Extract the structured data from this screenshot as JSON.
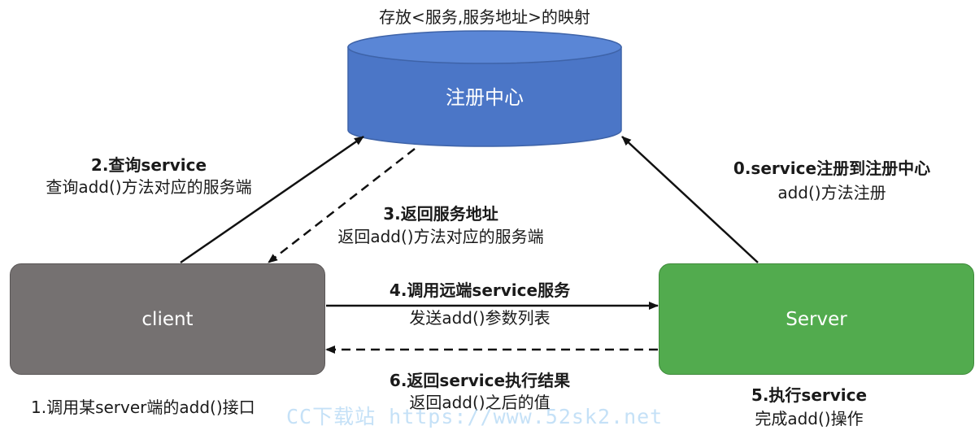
{
  "registry": {
    "title": "存放<服务,服务地址>的映射",
    "label": "注册中心",
    "fill": "#4b76c7"
  },
  "client": {
    "label": "client",
    "fill": "#757171"
  },
  "server": {
    "label": "Server",
    "fill": "#52ab4e"
  },
  "steps": {
    "register": {
      "title": "0.service注册到注册中心",
      "detail": "add()方法注册"
    },
    "call": {
      "detail": "1.调用某server端的add()接口"
    },
    "query": {
      "title": "2.查询service",
      "detail": "查询add()方法对应的服务端"
    },
    "return_addr": {
      "title": "3.返回服务地址",
      "detail": "返回add()方法对应的服务端"
    },
    "invoke": {
      "title": "4.调用远端service服务",
      "detail": "发送add()参数列表"
    },
    "execute": {
      "title": "5.执行service",
      "detail": "完成add()操作"
    },
    "result": {
      "title": "6.返回service执行结果",
      "detail": "返回add()之后的值"
    }
  },
  "watermark": "CC下载站 https://www.52sk2.net"
}
